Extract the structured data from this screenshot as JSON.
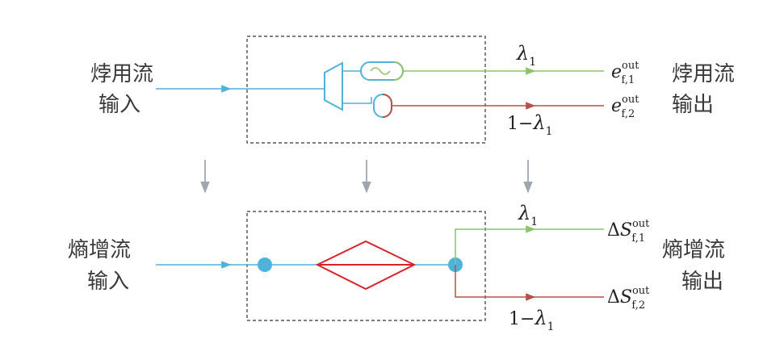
{
  "top": {
    "input_label": [
      "㶿用流",
      "输入"
    ],
    "output_label": [
      "㶿用流",
      "输出"
    ],
    "branch1": {
      "coef": "λ",
      "coef_sub": "1",
      "var": "e",
      "sup": "out",
      "sub": "f,1"
    },
    "branch2": {
      "coef_prefix": "1−",
      "coef": "λ",
      "coef_sub": "1",
      "var": "e",
      "sup": "out",
      "sub": "f,2"
    }
  },
  "bottom": {
    "input_label": [
      "熵增流",
      "输入"
    ],
    "output_label": [
      "熵增流",
      "输出"
    ],
    "branch1": {
      "coef": "λ",
      "coef_sub": "1",
      "var_prefix": "Δ",
      "var": "S",
      "sup": "out",
      "sub": "f,1"
    },
    "branch2": {
      "coef_prefix": "1−",
      "coef": "λ",
      "coef_sub": "1",
      "var_prefix": "Δ",
      "var": "S",
      "sup": "out",
      "sub": "f,2"
    }
  },
  "colors": {
    "input_flow": "#4fb3d9",
    "green_branch": "#8cc46b",
    "red_branch": "#b5524a",
    "diamond": "#d8222a",
    "arrow_down": "#a0a6b0",
    "box_border": "#333333"
  }
}
